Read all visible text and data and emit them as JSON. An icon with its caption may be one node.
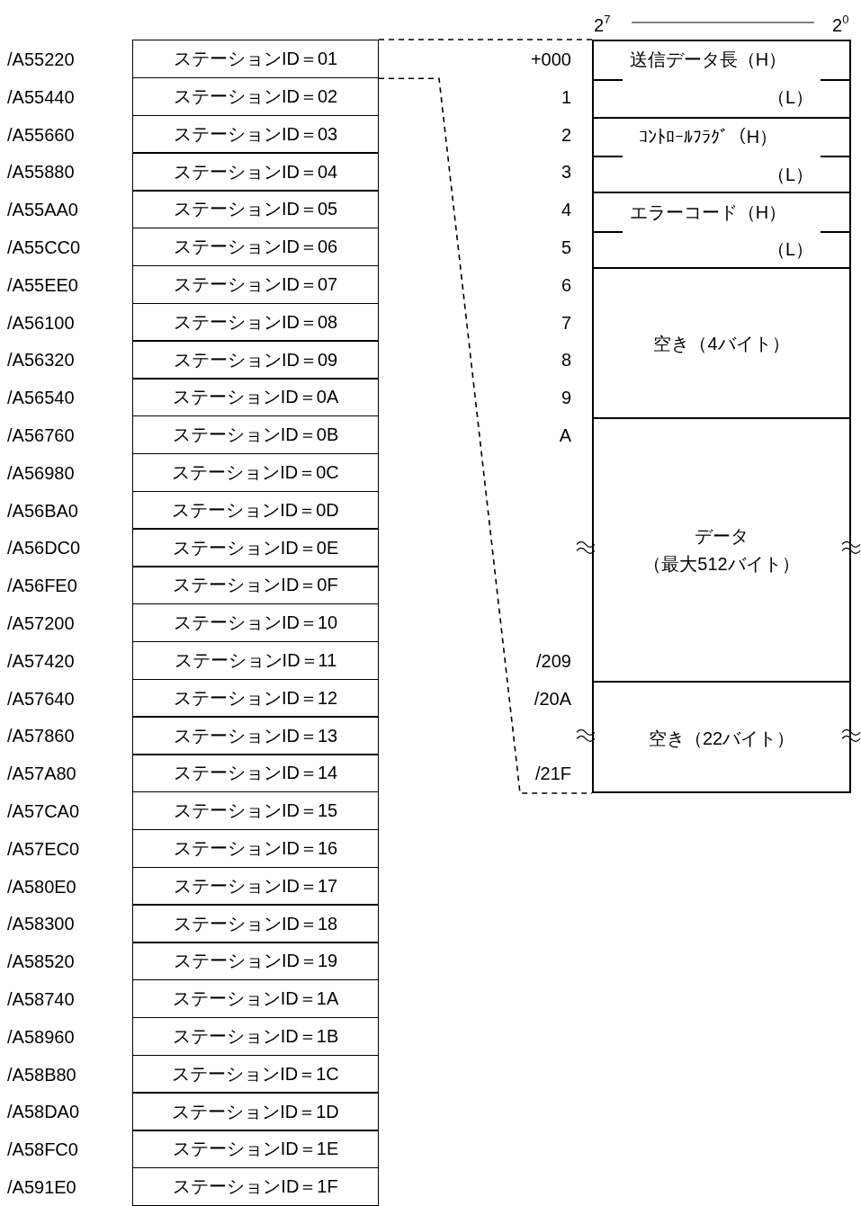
{
  "diagram": {
    "nodes": [
      {
        "text": [
          "ステーションID＝01"
        ]
      },
      {
        "text": [
          "ステーションID＝02"
        ]
      },
      {
        "text": [
          "ステーションID＝03"
        ]
      },
      {
        "text": [
          "ステーションID＝04"
        ]
      },
      {
        "text": [
          "ステーションID＝05"
        ]
      },
      {
        "text": [
          "ステーションID＝06"
        ]
      },
      {
        "text": [
          "ステーションID＝07"
        ]
      },
      {
        "text": [
          "ステーションID＝08"
        ]
      },
      {
        "text": [
          "ステーションID＝09"
        ]
      },
      {
        "text": [
          "ステーションID＝0A"
        ]
      },
      {
        "text": [
          "ステーションID＝0B"
        ]
      },
      {
        "text": [
          "ステーションID＝0C"
        ]
      },
      {
        "text": [
          "ステーションID＝0D"
        ]
      },
      {
        "text": [
          "ステーションID＝0E"
        ]
      },
      {
        "text": [
          "ステーションID＝0F"
        ]
      },
      {
        "text": [
          "ステーションID＝10"
        ]
      },
      {
        "text": [
          "ステーションID＝11"
        ]
      },
      {
        "text": [
          "ステーションID＝12"
        ]
      },
      {
        "text": [
          "ステーションID＝13"
        ]
      },
      {
        "text": [
          "ステーションID＝14"
        ]
      },
      {
        "text": [
          "ステーションID＝15"
        ]
      },
      {
        "text": [
          "ステーションID＝16"
        ]
      },
      {
        "text": [
          "ステーションID＝17"
        ]
      },
      {
        "text": [
          "ステーションID＝18"
        ]
      },
      {
        "text": [
          "ステーションID＝19"
        ]
      },
      {
        "text": [
          "ステーションID＝1A"
        ]
      },
      {
        "text": [
          "ステーションID＝1B"
        ]
      },
      {
        "text": [
          "ステーションID＝1C"
        ]
      },
      {
        "text": [
          "ステーションID＝1D"
        ]
      },
      {
        "text": [
          "ステーションID＝1E"
        ]
      },
      {
        "text": [
          "ステーションID＝1F"
        ]
      },
      {
        "text": [],
        "shape": "box"
      },
      {
        "text": [
          "送信データ長（H）",
          "（L）"
        ],
        "in": 31
      },
      {
        "text": [
          "ｺﾝﾄﾛｰﾙﾌﾗｸﾞ（H）",
          "（L）"
        ],
        "in": 31
      },
      {
        "text": [
          "エラーコード（H）",
          "（L）"
        ],
        "in": 31
      },
      {
        "text": [
          "空き（4バイト）"
        ],
        "in": 31
      },
      {
        "text": [
          "データ",
          "（最大512バイト）"
        ],
        "in": 31
      },
      {
        "text": [
          "空き（22バイト）"
        ],
        "in": 31
      }
    ],
    "edges": [
      {
        "from": 0,
        "to": 31,
        "arrow": "none",
        "style": "dashed"
      },
      {
        "from": 0,
        "to": 31,
        "arrow": "none",
        "style": "dashed"
      }
    ],
    "labels": [
      "2$^{7}$",
      "2$^{0}$",
      "/A55220",
      "/A55440",
      "/A55660",
      "/A55880",
      "/A55AA0",
      "/A55CC0",
      "/A55EE0",
      "/A56100",
      "/A56320",
      "/A56540",
      "/A56760",
      "/A56980",
      "/A56BA0",
      "/A56DC0",
      "/A56FE0",
      "/A57200",
      "/A57420",
      "/A57640",
      "/A57860",
      "/A57A80",
      "/A57CA0",
      "/A57EC0",
      "/A580E0",
      "/A58300",
      "/A58520",
      "/A58740",
      "/A58960",
      "/A58B80",
      "/A58DA0",
      "/A58FC0",
      "/A591E0",
      "+000",
      "1",
      "2",
      "3",
      "4",
      "5",
      "6",
      "7",
      "8",
      "9",
      "A",
      "/209",
      "/20A",
      "/21F"
    ]
  }
}
